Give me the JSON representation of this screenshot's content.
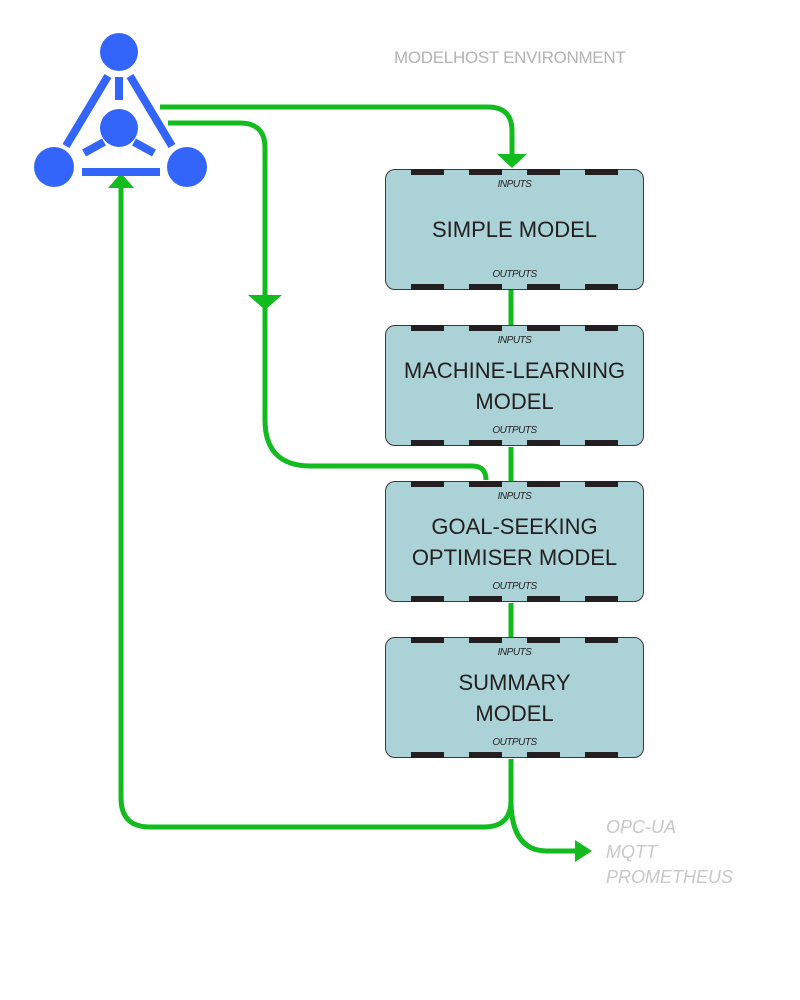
{
  "environment": {
    "title": "MODELHOST ENVIRONMENT"
  },
  "colors": {
    "connector": "#12bb1e",
    "hub": "#3465fb",
    "box_fill": "#abd3d7",
    "port": "#231f20",
    "muted_text": "#b3b3b3"
  },
  "hub": {
    "icon": "network-hub-icon",
    "node_count": 4
  },
  "models": [
    {
      "name": "SIMPLE MODEL",
      "inputs_label": "INPUTS",
      "outputs_label": "OUTPUTS"
    },
    {
      "name": "MACHINE-LEARNING\nMODEL",
      "inputs_label": "INPUTS",
      "outputs_label": "OUTPUTS"
    },
    {
      "name": "GOAL-SEEKING\nOPTIMISER MODEL",
      "inputs_label": "INPUTS",
      "outputs_label": "OUTPUTS"
    },
    {
      "name": "SUMMARY\nMODEL",
      "inputs_label": "INPUTS",
      "outputs_label": "OUTPUTS"
    }
  ],
  "outputs": {
    "protocols": [
      "OPC-UA",
      "MQTT",
      "PROMETHEUS"
    ]
  }
}
